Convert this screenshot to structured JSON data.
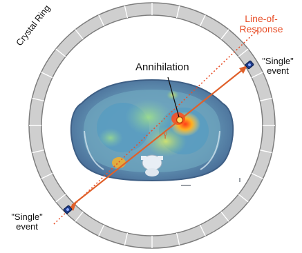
{
  "labels": {
    "line_of_response": [
      "Line-of-",
      "Response"
    ],
    "annihilation": "Annihilation",
    "crystal_ring": "Crystal Ring",
    "single_event_right": [
      "\"Single\"",
      "event"
    ],
    "single_event_left": [
      "\"Single\"",
      "event"
    ],
    "gamma": "γ"
  },
  "colors": {
    "ring_fill": "#d9d9d9",
    "ring_stroke": "#8a8a8a",
    "line_of_response": "#e8502a",
    "gamma_ray": "#e0602a",
    "detector": "#1f3d8a"
  }
}
